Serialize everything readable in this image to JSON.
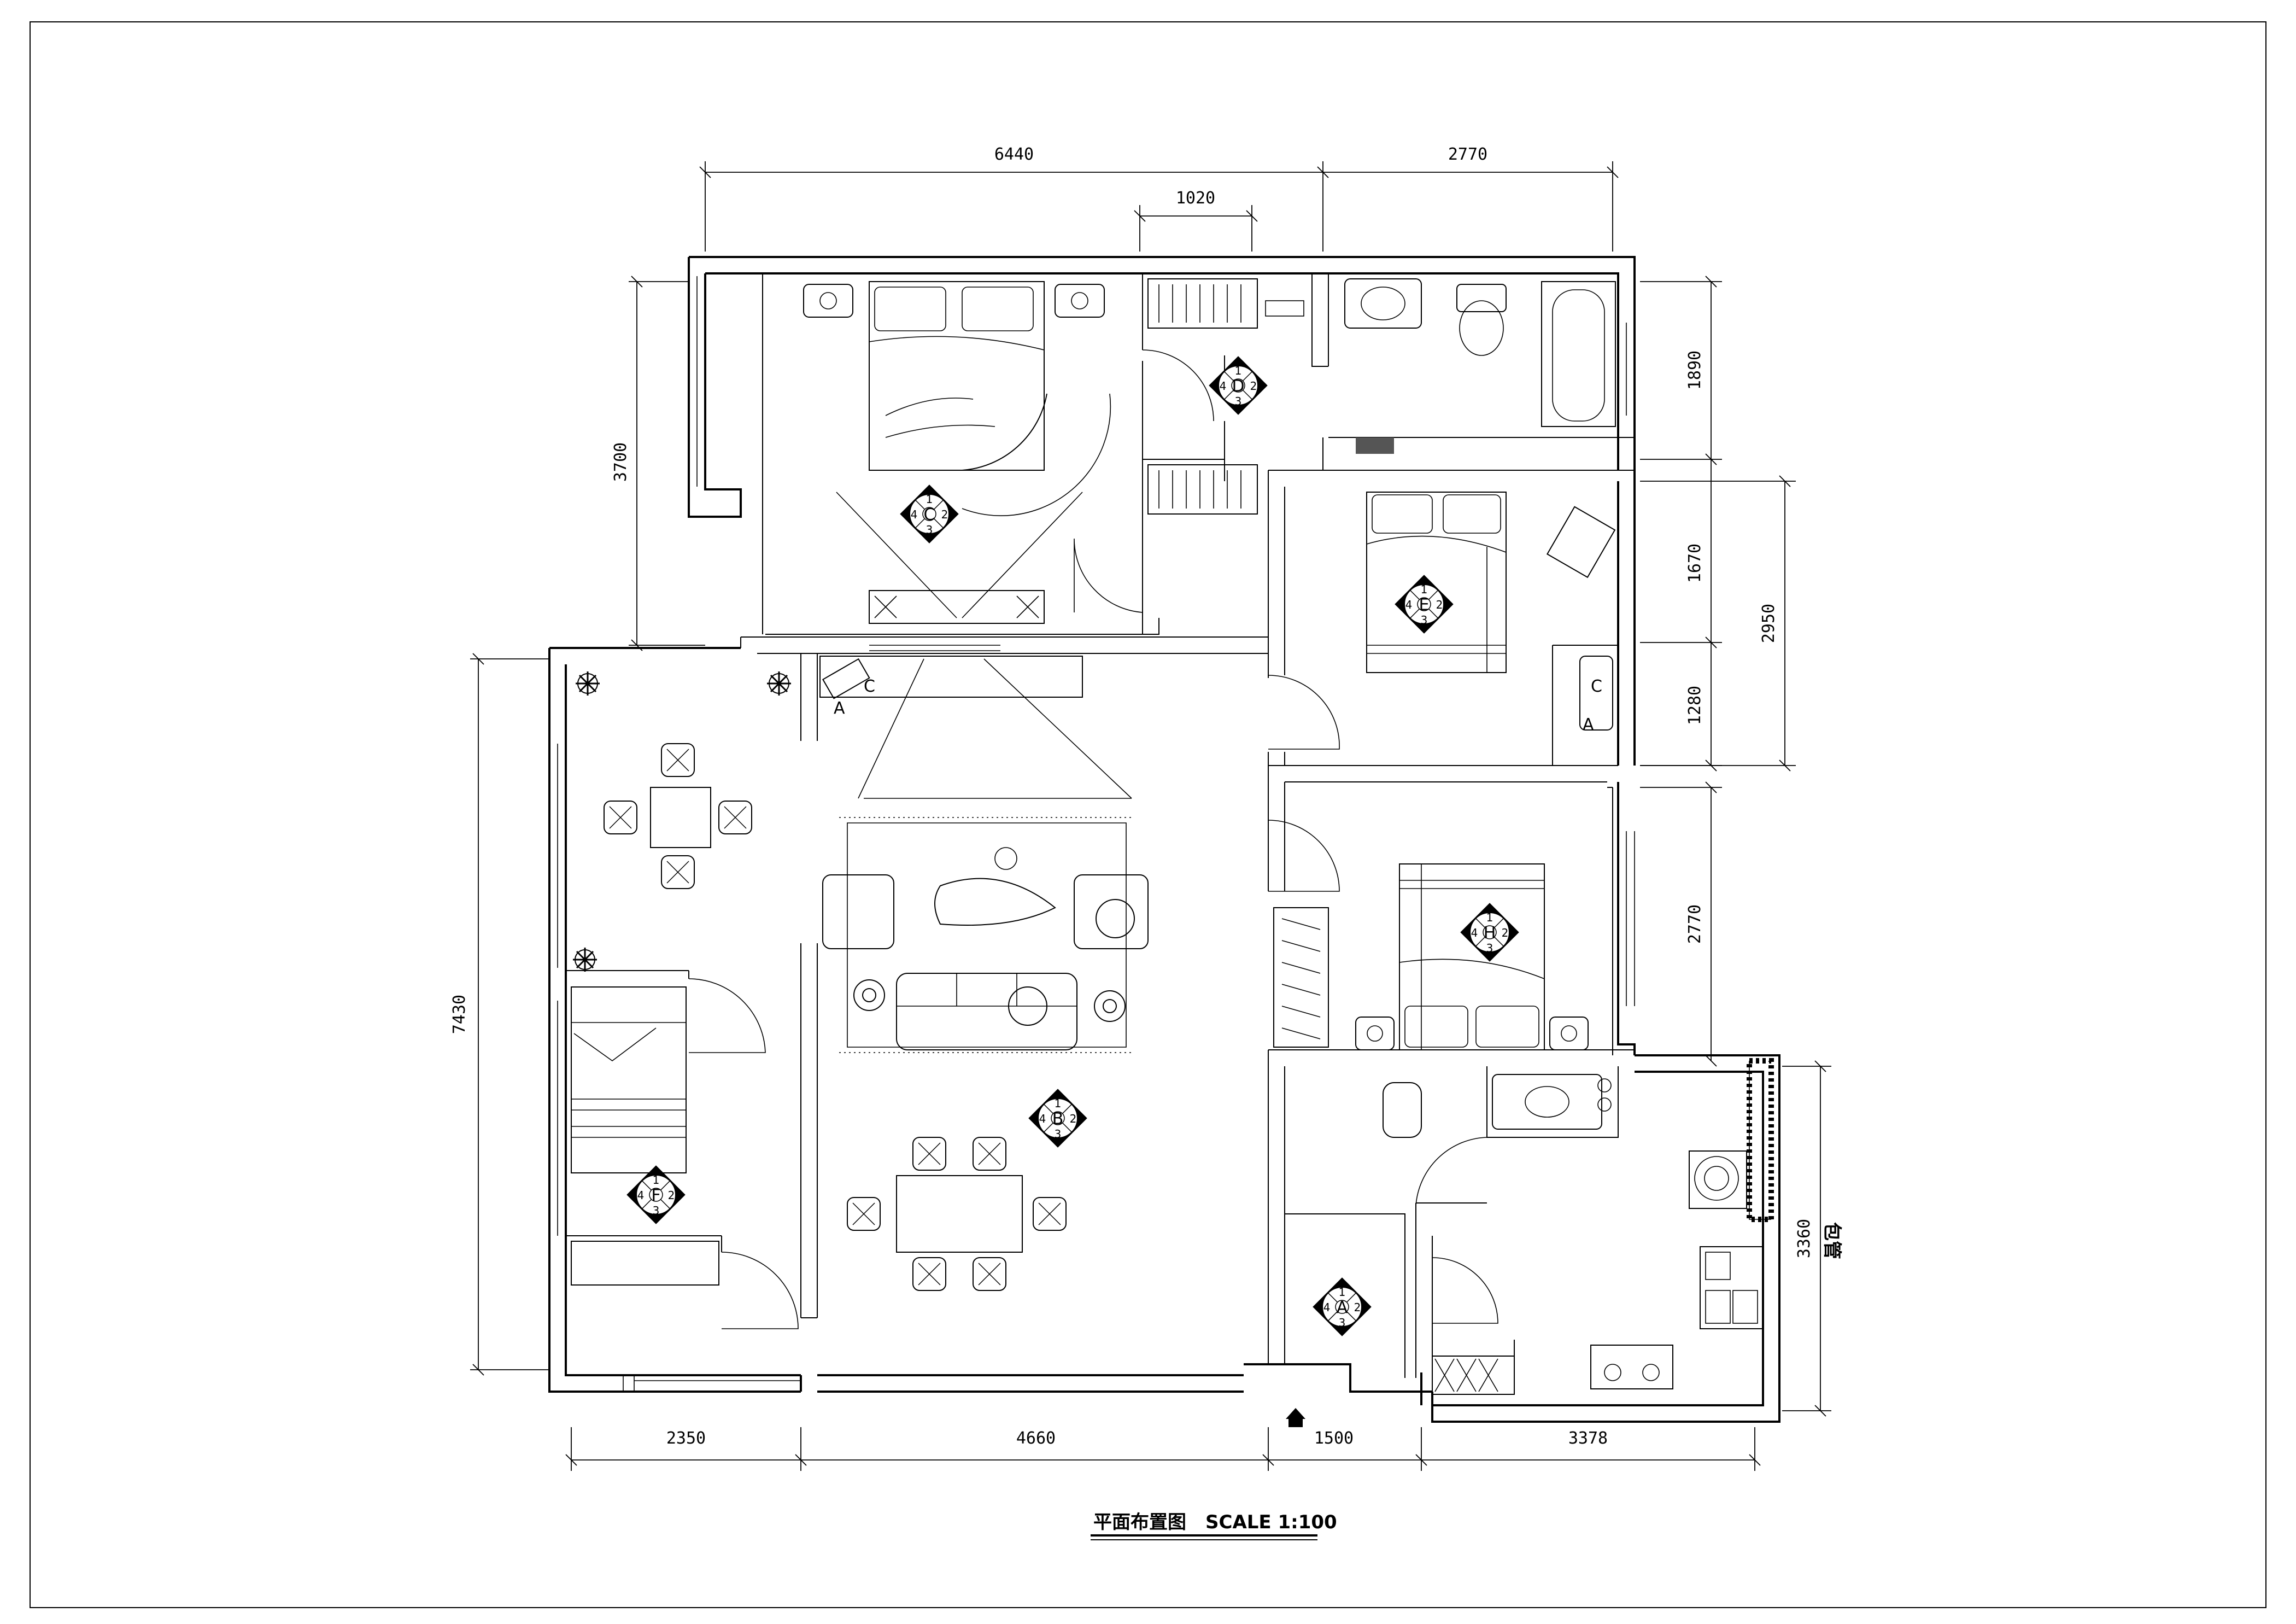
{
  "drawing": {
    "title": "平面布置图",
    "scale_label": "SCALE 1:100",
    "lower_label": "包管"
  },
  "dimensions": {
    "top": [
      "6440",
      "2770"
    ],
    "top_inner": "1020",
    "left_upper": "3700",
    "left_lower": "7430",
    "right": [
      "1890",
      "1670",
      "1280",
      "2950",
      "2770",
      "3360"
    ],
    "bottom": [
      "2350",
      "4660",
      "1500",
      "3378"
    ]
  },
  "index_markers": {
    "corner_numbers": [
      "1",
      "2",
      "3",
      "4"
    ],
    "labels": [
      "A",
      "B",
      "C",
      "D",
      "E",
      "F",
      "H"
    ]
  },
  "ac_labels": [
    "A",
    "C"
  ]
}
